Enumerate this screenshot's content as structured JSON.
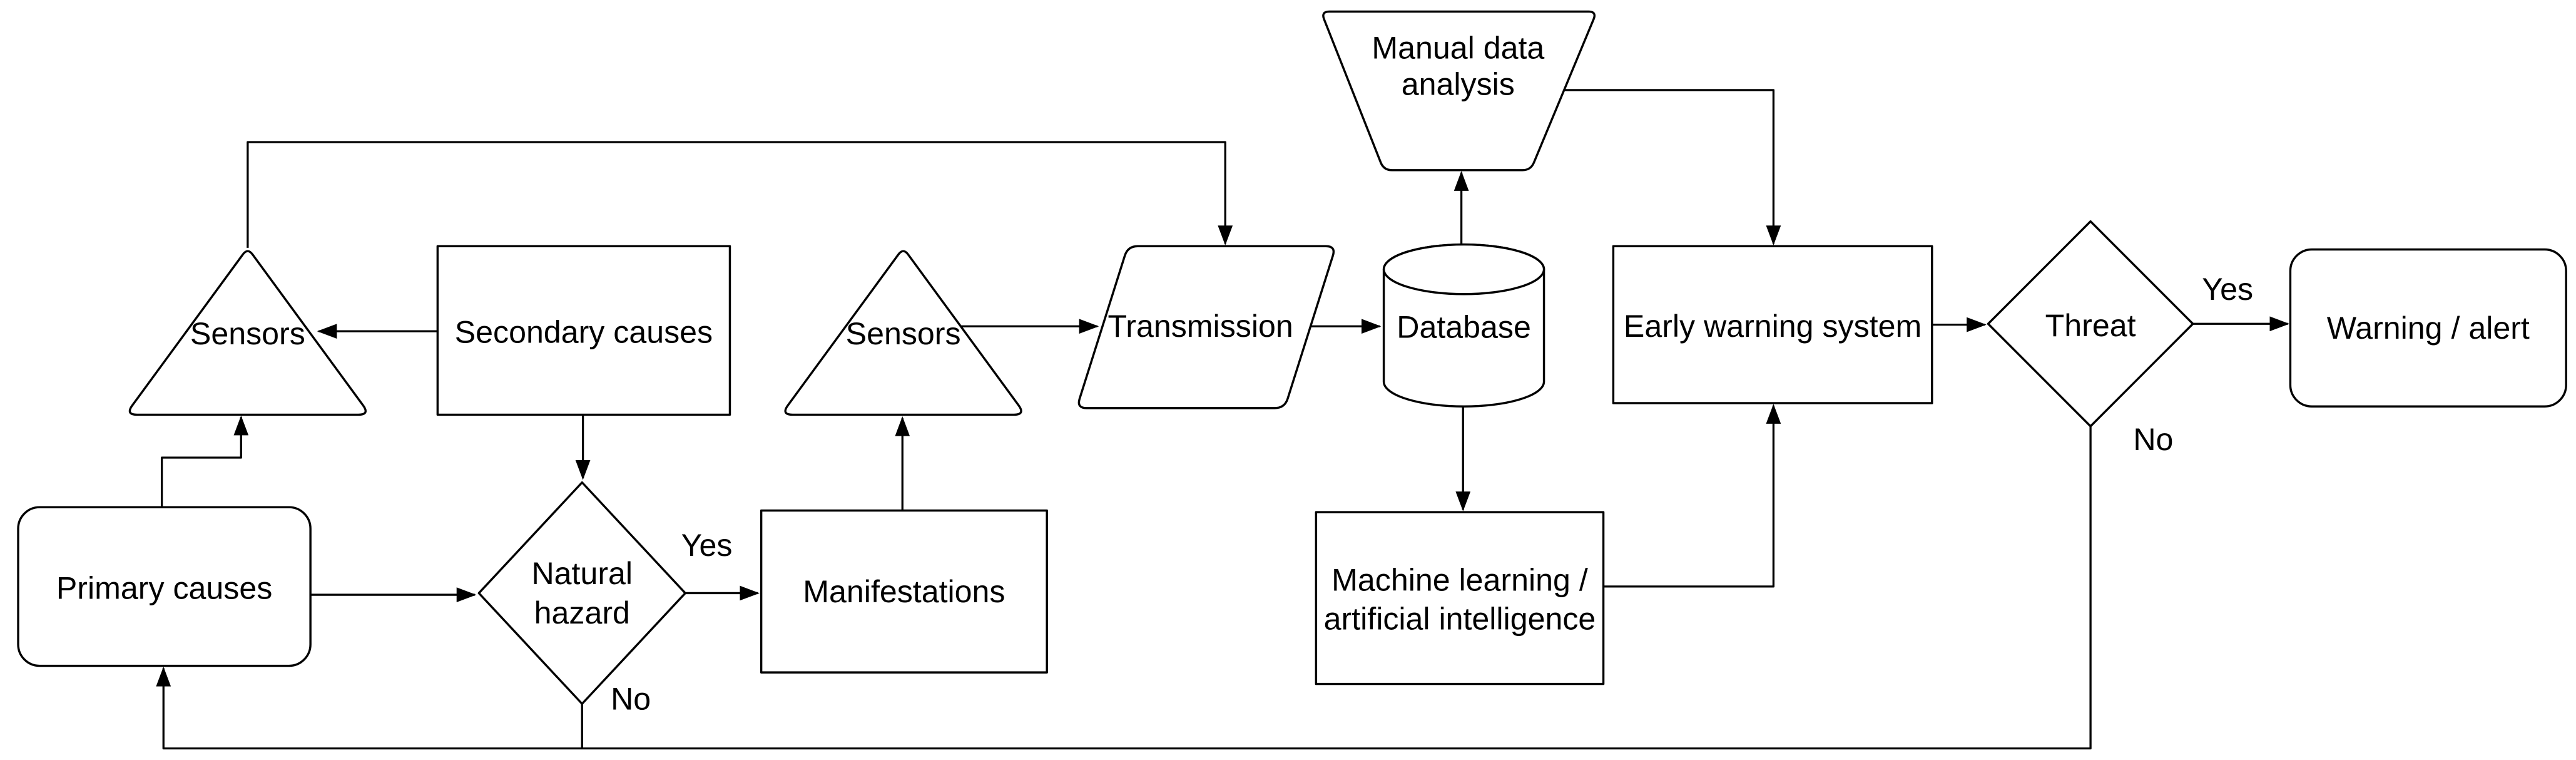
{
  "diagram": {
    "type": "flowchart",
    "colors": {
      "background": "#ffffff",
      "shape_fill": "#ffffff",
      "stroke": "#000000",
      "text": "#000000"
    },
    "nodes": {
      "sensors1": {
        "label": "Sensors",
        "shape": "triangle"
      },
      "secondary_causes": {
        "label": "Secondary causes",
        "shape": "rectangle"
      },
      "sensors2": {
        "label": "Sensors",
        "shape": "triangle"
      },
      "transmission": {
        "label": "Transmission",
        "shape": "parallelogram"
      },
      "database": {
        "label": "Database",
        "shape": "cylinder"
      },
      "manual_analysis": {
        "label": "Manual data analysis",
        "line1": "Manual data",
        "line2": "analysis",
        "shape": "inverted-trapezoid"
      },
      "ews": {
        "label": "Early warning system",
        "shape": "rectangle"
      },
      "threat": {
        "label": "Threat",
        "shape": "diamond"
      },
      "warning": {
        "label": "Warning / alert",
        "shape": "rounded-rectangle"
      },
      "primary_causes": {
        "label": "Primary causes",
        "shape": "rounded-rectangle"
      },
      "natural_hazard": {
        "label": "Natural hazard",
        "line1": "Natural",
        "line2": "hazard",
        "shape": "diamond"
      },
      "manifestations": {
        "label": "Manifestations",
        "shape": "rectangle"
      },
      "ml_ai": {
        "label": "Machine learning / artificial intelligence",
        "line1": "Machine learning /",
        "line2": "artificial intelligence",
        "shape": "rectangle"
      }
    },
    "edge_labels": {
      "natural_hazard_yes": "Yes",
      "natural_hazard_no": "No",
      "threat_yes": "Yes",
      "threat_no": "No"
    },
    "edges": [
      {
        "id": "secondary-causes-to-sensors1",
        "from": "secondary_causes",
        "to": "sensors1"
      },
      {
        "id": "sensors1-to-transmission",
        "from": "sensors1",
        "to": "transmission"
      },
      {
        "id": "secondary-causes-to-natural-hazard",
        "from": "secondary_causes",
        "to": "natural_hazard"
      },
      {
        "id": "primary-causes-to-sensors1",
        "from": "primary_causes",
        "to": "sensors1"
      },
      {
        "id": "primary-causes-to-natural-hazard",
        "from": "primary_causes",
        "to": "natural_hazard"
      },
      {
        "id": "natural-hazard-to-manifestations",
        "from": "natural_hazard",
        "to": "manifestations",
        "label": "Yes"
      },
      {
        "id": "natural-hazard-to-primary-causes",
        "from": "natural_hazard",
        "to": "primary_causes",
        "label": "No"
      },
      {
        "id": "manifestations-to-sensors2",
        "from": "manifestations",
        "to": "sensors2"
      },
      {
        "id": "sensors2-to-transmission",
        "from": "sensors2",
        "to": "transmission"
      },
      {
        "id": "transmission-to-database",
        "from": "transmission",
        "to": "database"
      },
      {
        "id": "database-to-manual-analysis",
        "from": "database",
        "to": "manual_analysis"
      },
      {
        "id": "manual-analysis-to-ews",
        "from": "manual_analysis",
        "to": "ews"
      },
      {
        "id": "database-to-ml-ai",
        "from": "database",
        "to": "ml_ai"
      },
      {
        "id": "ml-ai-to-ews",
        "from": "ml_ai",
        "to": "ews"
      },
      {
        "id": "ews-to-threat",
        "from": "ews",
        "to": "threat"
      },
      {
        "id": "threat-to-warning",
        "from": "threat",
        "to": "warning",
        "label": "Yes"
      },
      {
        "id": "threat-to-primary-causes",
        "from": "threat",
        "to": "primary_causes",
        "label": "No"
      }
    ]
  }
}
